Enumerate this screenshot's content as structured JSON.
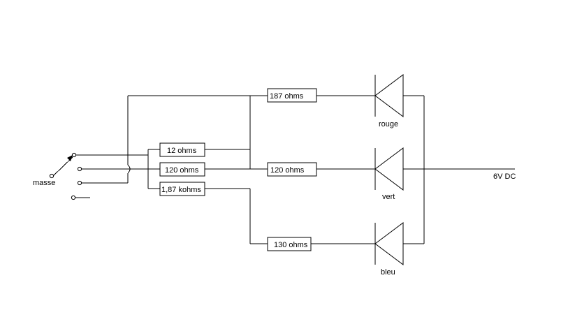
{
  "switch": {
    "label": "masse"
  },
  "resistors": {
    "r_red": "187  ohms",
    "r_12": "12 ohms",
    "r_120_left": "120 ohms",
    "r_1k87": "1,87 kohms",
    "r_green": "120 ohms",
    "r_blue": "130 ohms"
  },
  "leds": {
    "red": "rouge",
    "green": "vert",
    "blue": "bleu"
  },
  "supply": {
    "label": "6V DC"
  }
}
